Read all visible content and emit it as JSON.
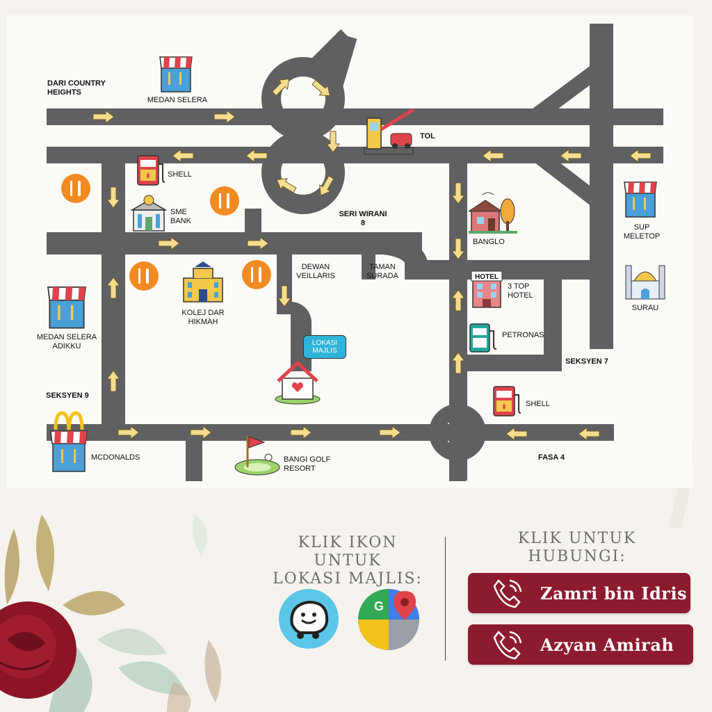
{
  "labels": {
    "dari_country_heights": "DARI COUNTRY HEIGHTS",
    "medan_selera_top": "MEDAN SELERA",
    "tol": "TOL",
    "shell_top": "SHELL",
    "sme_bank": "SME BANK",
    "seri_wirani": "SERI WIRANI 8",
    "banglo": "BANGLO",
    "sup_meletop": "SUP MELETOP",
    "surau": "SURAU",
    "dewan_veillaris": "DEWAN VEILLARIS",
    "taman_surada": "TAMAN SURADA",
    "three_top_hotel": "3 TOP HOTEL",
    "hotel_sign": "HOTEL",
    "petronas": "PETRONAS",
    "medan_selera_adikku": "MEDAN SELERA ADIKKU",
    "kolej_dar_hikmah": "KOLEJ DAR HIKMAH",
    "lokasi_majlis": "LOKASI MAJLIS",
    "seksyen_7": "SEKSYEN 7",
    "seksyen_9": "SEKSYEN 9",
    "shell_bottom": "SHELL",
    "mcdonalds": "MCDONALDS",
    "bangi_golf_resort": "BANGI GOLF RESORT",
    "fasa_4": "FASA 4"
  },
  "icons": {
    "food": "food-icon",
    "restaurant": "restaurant-icon",
    "shell": "fuel-pump-icon",
    "bank": "bank-icon",
    "toll": "toll-gate-icon",
    "house": "house-icon",
    "hotel": "hotel-icon",
    "mosque": "mosque-icon",
    "school": "school-icon",
    "golf": "golf-flag-icon",
    "waze": "waze-icon",
    "google_maps": "google-maps-icon",
    "phone": "phone-icon"
  },
  "navigate": {
    "heading_line1": "KLIK IKON UNTUK",
    "heading_line2": "LOKASI MAJLIS:"
  },
  "contact": {
    "heading_line1": "KLIK UNTUK",
    "heading_line2": "HUBUNGI:",
    "person1": "Zamri bin Idris",
    "person2": "Azyan Amirah"
  },
  "colors": {
    "road": "#5f6061",
    "arrow": "#f6dd8e",
    "button": "#8d1b2f",
    "food_circle": "#f28a22",
    "shop_blue": "#4aa0d8",
    "awning_red": "#e0434b"
  }
}
